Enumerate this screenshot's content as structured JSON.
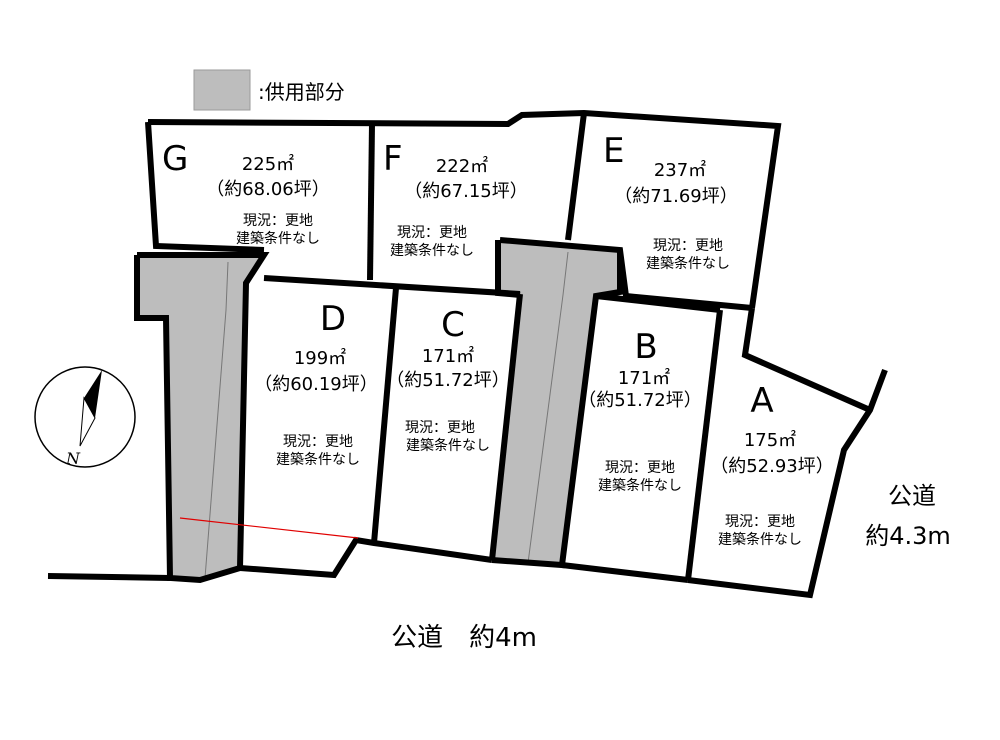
{
  "legend": {
    "label": ":供用部分",
    "swatch_color": "#bdbdbd",
    "icon": "shared-area-swatch"
  },
  "lots": [
    {
      "id": "G",
      "area": "225㎡",
      "tsubo": "（約68.06坪）",
      "note1": "現況：更地",
      "note2": "建築条件なし"
    },
    {
      "id": "F",
      "area": "222㎡",
      "tsubo": "（約67.15坪）",
      "note1": "現況：更地",
      "note2": "建築条件なし"
    },
    {
      "id": "E",
      "area": "237㎡",
      "tsubo": "（約71.69坪）",
      "note1": "現況：更地",
      "note2": "建築条件なし"
    },
    {
      "id": "D",
      "area": "199㎡",
      "tsubo": "（約60.19坪）",
      "note1": "現況：更地",
      "note2": "建築条件なし"
    },
    {
      "id": "C",
      "area": "171㎡",
      "tsubo": "（約51.72坪）",
      "note1": "現況：更地",
      "note2": "建築条件なし"
    },
    {
      "id": "B",
      "area": "171㎡",
      "tsubo": "（約51.72坪）",
      "note1": "現況：更地",
      "note2": "建築条件なし"
    },
    {
      "id": "A",
      "area": "175㎡",
      "tsubo": "（約52.93坪）",
      "note1": "現況：更地",
      "note2": "建築条件なし"
    }
  ],
  "roads": {
    "south": "公道　約4m",
    "east_line1": "公道",
    "east_line2": "約4.3m"
  },
  "north_arrow": {
    "label": "N",
    "icon": "north-arrow-icon"
  },
  "colors": {
    "shared_area": "#bdbdbd",
    "boundary": "#000000",
    "marker_line": "#e00000"
  }
}
